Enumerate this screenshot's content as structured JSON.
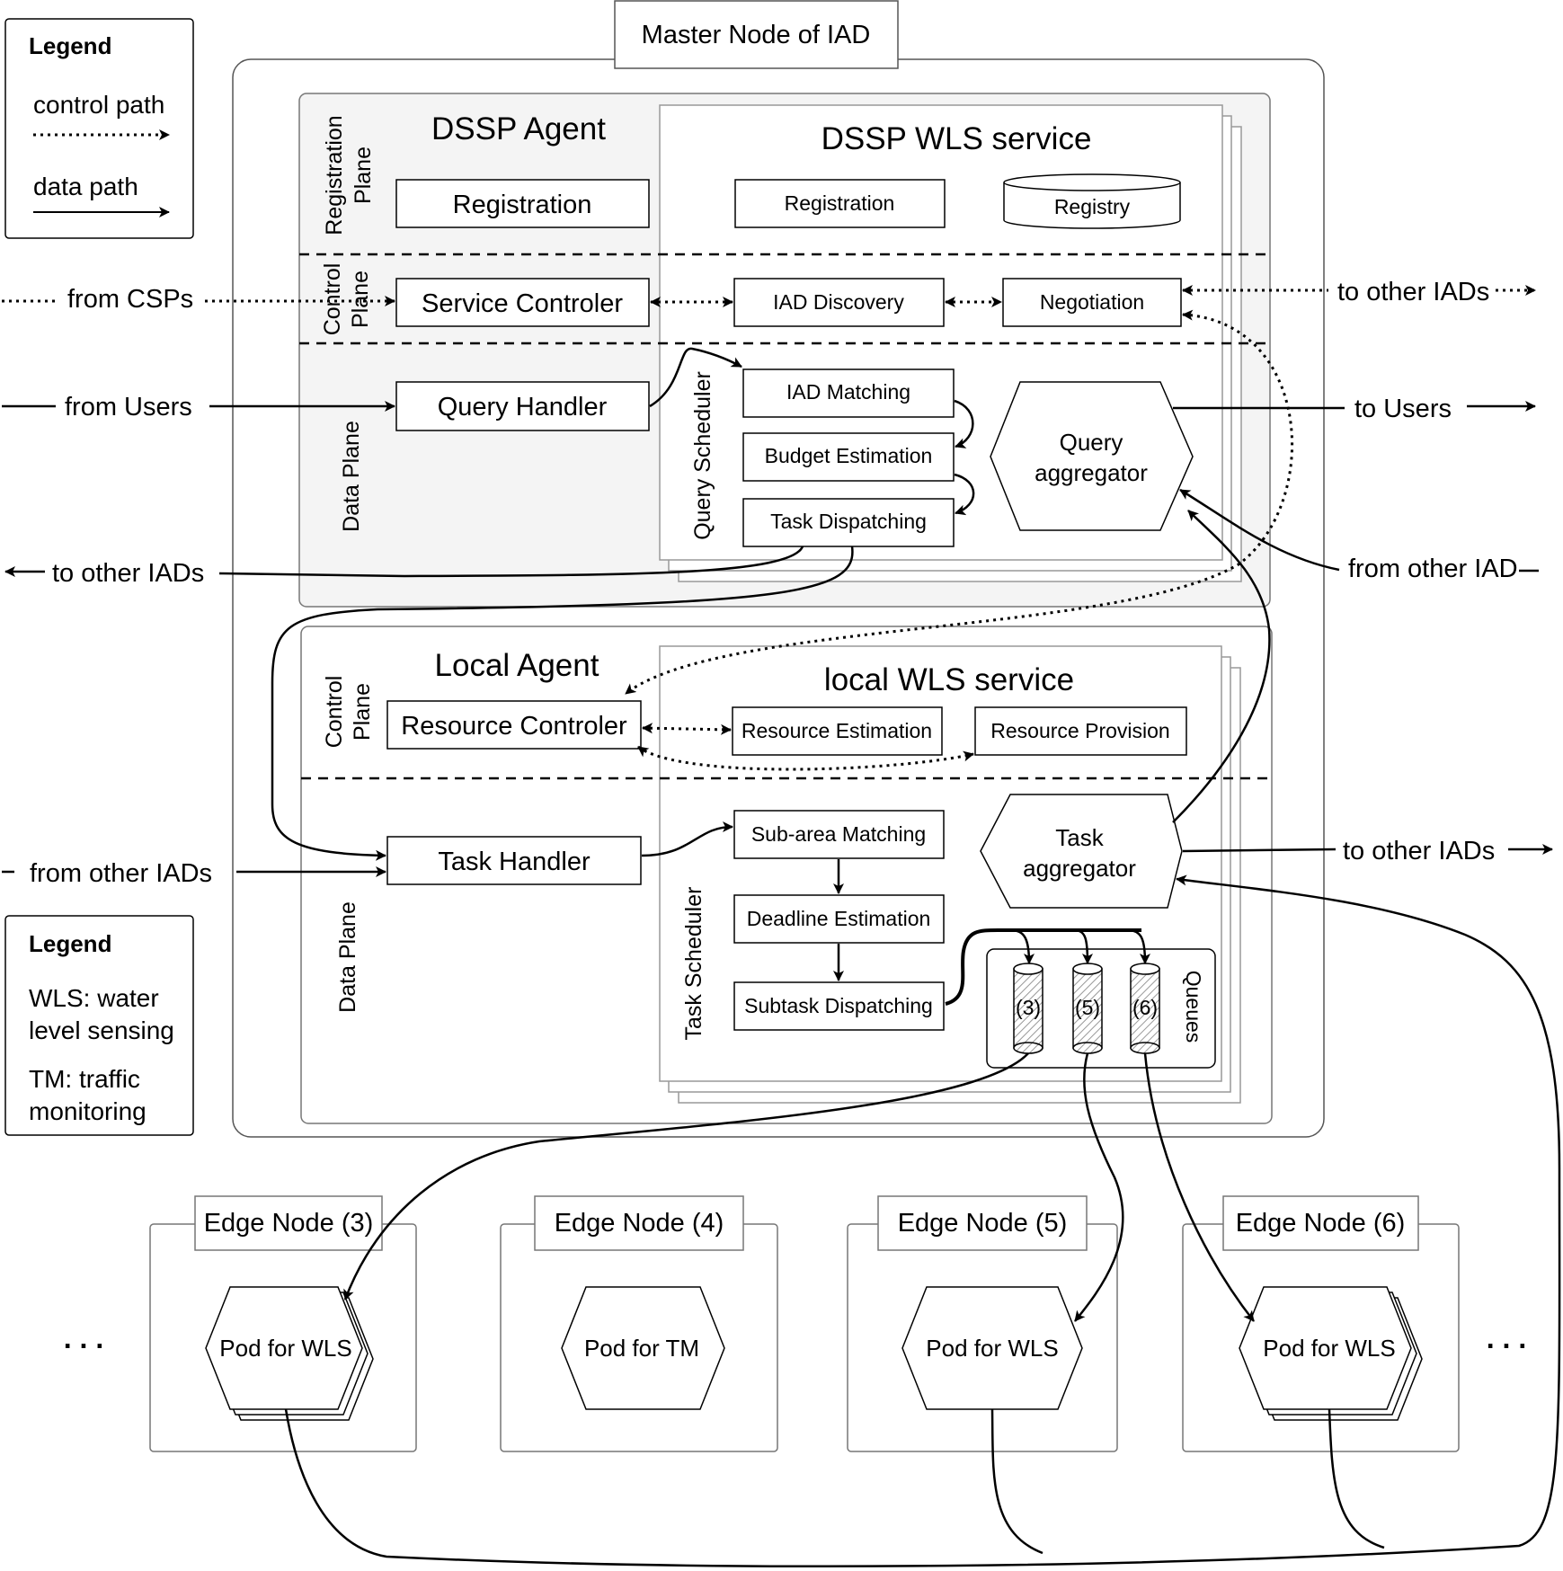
{
  "master_title": "Master Node of IAD",
  "legend_paths": {
    "title": "Legend",
    "control_path": "control path",
    "data_path": "data path"
  },
  "legend_abbrev": {
    "title": "Legend",
    "wls_line1": "WLS: water",
    "wls_line2": "level sensing",
    "tm_line1": "TM: traffic",
    "tm_line2": "monitoring"
  },
  "dssp": {
    "agent_title": "DSSP Agent",
    "service_title": "DSSP  WLS  service",
    "registration_plane_line1": "Registration",
    "registration_plane_line2": "Plane",
    "control_plane_line1": "Control",
    "control_plane_line2": "Plane",
    "data_plane": "Data Plane",
    "agent_registration": "Registration",
    "service_registration": "Registration",
    "registry": "Registry",
    "service_controler": "Service Controler",
    "iad_discovery": "IAD Discovery",
    "negotiation": "Negotiation",
    "query_handler": "Query Handler",
    "query_scheduler": "Query Scheduler",
    "iad_matching": "IAD Matching",
    "budget_estimation": "Budget Estimation",
    "task_dispatching": "Task Dispatching",
    "query_aggregator_line1": "Query",
    "query_aggregator_line2": "aggregator"
  },
  "local": {
    "agent_title": "Local Agent",
    "service_title": "local  WLS  service",
    "control_plane_line1": "Control",
    "control_plane_line2": "Plane",
    "data_plane": "Data Plane",
    "resource_controler": "Resource Controler",
    "resource_estimation": "Resource Estimation",
    "resource_provision": "Resource Provision",
    "task_handler": "Task Handler",
    "task_scheduler": "Task Scheduler",
    "subarea_matching": "Sub-area Matching",
    "deadline_estimation": "Deadline Estimation",
    "subtask_dispatching": "Subtask Dispatching",
    "task_aggregator_line1": "Task",
    "task_aggregator_line2": "aggregator",
    "queues": "Queues",
    "queue_labels": [
      "(3)",
      "(5)",
      "(6)"
    ]
  },
  "external": {
    "from_csps": "from CSPs",
    "to_other_iads_control": "to other IADs",
    "from_users": "from Users",
    "to_users": "to Users",
    "to_other_iads_query": "to other IADs",
    "from_other_iad": "from other IAD",
    "from_other_iads": "from other IADs",
    "to_other_iads_task": "to other IADs"
  },
  "edge_nodes": [
    {
      "title": "Edge Node (3)",
      "pod": "Pod for WLS"
    },
    {
      "title": "Edge Node (4)",
      "pod": "Pod for TM"
    },
    {
      "title": "Edge Node (5)",
      "pod": "Pod for WLS"
    },
    {
      "title": "Edge Node (6)",
      "pod": "Pod for WLS"
    }
  ],
  "ellipsis": ". . ."
}
